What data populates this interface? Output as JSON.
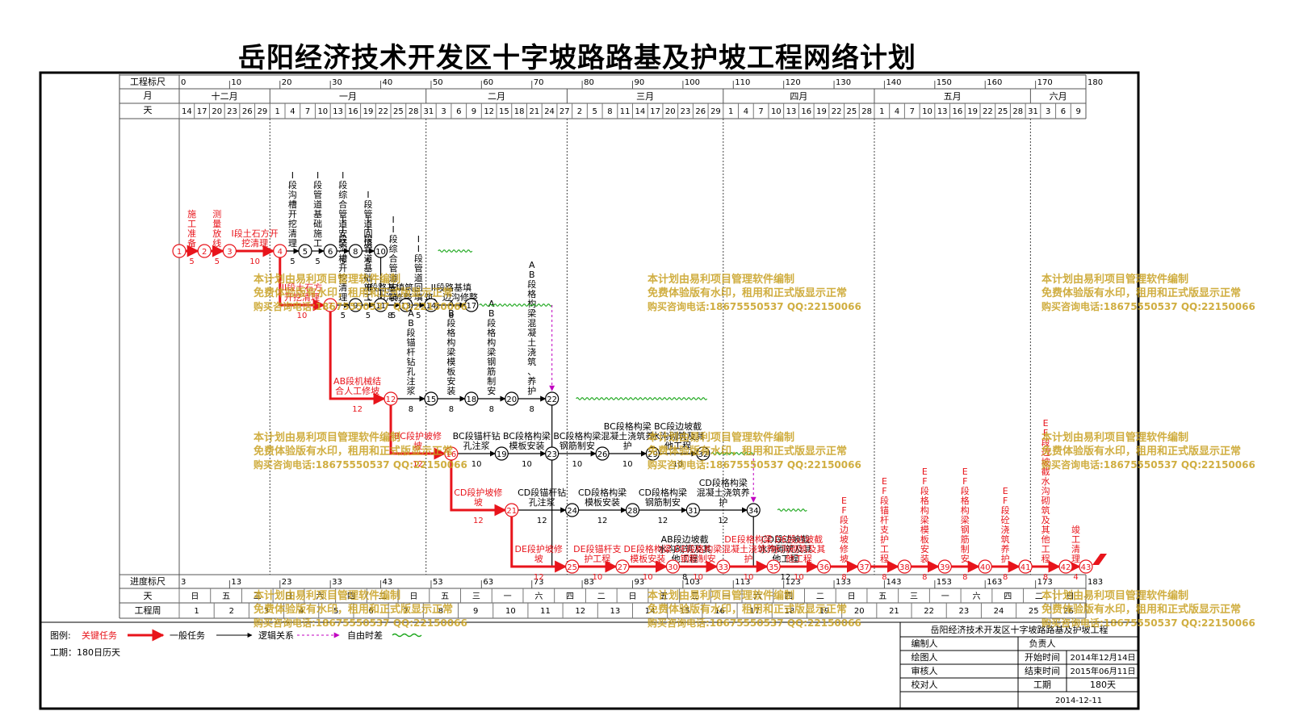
{
  "title": "岳阳经济技术开发区十字坡路路基及护坡工程网络计划",
  "colors": {
    "critical": "#e8141b",
    "normal": "#000000",
    "float": "#1fa81f",
    "logic": "#c000c0",
    "watermark": "#c8a020",
    "grid": "#555555"
  },
  "header": {
    "row_labels": {
      "scale": "工程标尺",
      "month": "月",
      "day": "天"
    },
    "scale_ticks": [
      "0",
      "10",
      "20",
      "30",
      "40",
      "50",
      "60",
      "70",
      "80",
      "90",
      "100",
      "110",
      "120",
      "130",
      "140",
      "150",
      "160",
      "170",
      "180"
    ],
    "months": [
      {
        "label": "十二月",
        "start": 0,
        "end": 18
      },
      {
        "label": "一月",
        "start": 18,
        "end": 49
      },
      {
        "label": "二月",
        "start": 49,
        "end": 77
      },
      {
        "label": "三月",
        "start": 77,
        "end": 108
      },
      {
        "label": "四月",
        "start": 108,
        "end": 138
      },
      {
        "label": "五月",
        "start": 138,
        "end": 169
      },
      {
        "label": "六月",
        "start": 169,
        "end": 180
      }
    ],
    "days": [
      [
        "14",
        0
      ],
      [
        "17",
        3
      ],
      [
        "20",
        6
      ],
      [
        "23",
        9
      ],
      [
        "26",
        12
      ],
      [
        "29",
        15
      ],
      [
        "1",
        18
      ],
      [
        "4",
        21
      ],
      [
        "7",
        24
      ],
      [
        "10",
        27
      ],
      [
        "13",
        30
      ],
      [
        "16",
        33
      ],
      [
        "19",
        36
      ],
      [
        "22",
        39
      ],
      [
        "25",
        42
      ],
      [
        "28",
        45
      ],
      [
        "31",
        48
      ],
      [
        "3",
        51
      ],
      [
        "6",
        54
      ],
      [
        "9",
        57
      ],
      [
        "12",
        60
      ],
      [
        "15",
        63
      ],
      [
        "18",
        66
      ],
      [
        "21",
        69
      ],
      [
        "24",
        72
      ],
      [
        "27",
        75
      ],
      [
        "2",
        78
      ],
      [
        "5",
        81
      ],
      [
        "8",
        84
      ],
      [
        "11",
        87
      ],
      [
        "14",
        90
      ],
      [
        "17",
        93
      ],
      [
        "20",
        96
      ],
      [
        "23",
        99
      ],
      [
        "26",
        102
      ],
      [
        "29",
        105
      ],
      [
        "1",
        108
      ],
      [
        "4",
        111
      ],
      [
        "7",
        114
      ],
      [
        "10",
        117
      ],
      [
        "13",
        120
      ],
      [
        "16",
        123
      ],
      [
        "19",
        126
      ],
      [
        "22",
        129
      ],
      [
        "25",
        132
      ],
      [
        "28",
        135
      ],
      [
        "1",
        138
      ],
      [
        "4",
        141
      ],
      [
        "7",
        144
      ],
      [
        "10",
        147
      ],
      [
        "13",
        150
      ],
      [
        "16",
        153
      ],
      [
        "19",
        156
      ],
      [
        "22",
        159
      ],
      [
        "25",
        162
      ],
      [
        "28",
        165
      ],
      [
        "31",
        168
      ],
      [
        "3",
        171
      ],
      [
        "6",
        174
      ],
      [
        "9",
        177
      ]
    ]
  },
  "footer": {
    "row_labels": {
      "progress": "进度标尺",
      "weekday": "天",
      "week": "工程周"
    },
    "progress_ticks": [
      "3",
      "13",
      "23",
      "33",
      "43",
      "53",
      "63",
      "73",
      "83",
      "93",
      "103",
      "113",
      "123",
      "133",
      "143",
      "153",
      "163",
      "173",
      "183"
    ],
    "weekdays": [
      "日",
      "五",
      "三",
      "日",
      "六",
      "四",
      "二",
      "日",
      "五",
      "三",
      "一",
      "六",
      "四",
      "二",
      "日",
      "五",
      "三",
      "一",
      "六",
      "四",
      "二",
      "日",
      "五",
      "三",
      "一",
      "六",
      "四",
      "二",
      "日"
    ],
    "weeks": [
      "1",
      "2",
      "3",
      "4",
      "5",
      "6",
      "7",
      "8",
      "9",
      "10",
      "11",
      "12",
      "13",
      "14",
      "15",
      "16",
      "17",
      "18",
      "19",
      "20",
      "21",
      "22",
      "23",
      "24",
      "25",
      "26"
    ]
  },
  "legend": {
    "label": "图例:",
    "critical": "关键任务",
    "normal": "一般任务",
    "logic": "逻辑关系",
    "float": "自由时差",
    "duration": "工期：180日历天"
  },
  "title_block": {
    "project": "岳阳经济技术开发区十字坡路路基及护坡工程",
    "compiler": "编制人",
    "owner": "负责人",
    "drawer": "绘图人",
    "start_label": "开始时间",
    "start_value": "2014年12月14日",
    "reviewer": "审核人",
    "end_label": "结束时间",
    "end_value": "2015年06月11日",
    "checker": "校对人",
    "duration_label": "工期",
    "duration_value": "180天",
    "date": "2014-12-11"
  },
  "watermark": {
    "line1": "本计划由易利项目管理软件编制",
    "line2": "免费体验版有水印，租用和正式版显示正常",
    "line3": "购买咨询电话:18675550537 QQ:22150066"
  },
  "nodes": [
    {
      "id": "1",
      "t": 0,
      "row": "r1"
    },
    {
      "id": "2",
      "t": 5,
      "row": "r1"
    },
    {
      "id": "3",
      "t": 10,
      "row": "r1"
    },
    {
      "id": "4",
      "t": 20,
      "row": "r1"
    },
    {
      "id": "5",
      "t": 25,
      "row": "r1"
    },
    {
      "id": "6",
      "t": 30,
      "row": "r1"
    },
    {
      "id": "8",
      "t": 35,
      "row": "r1"
    },
    {
      "id": "10",
      "t": 40,
      "row": "r1"
    },
    {
      "id": "7",
      "t": 30,
      "row": "r2"
    },
    {
      "id": "9",
      "t": 35,
      "row": "r2"
    },
    {
      "id": "11",
      "t": 40,
      "row": "r2"
    },
    {
      "id": "13",
      "t": 45,
      "row": "r2"
    },
    {
      "id": "14",
      "t": 50,
      "row": "r2"
    },
    {
      "id": "17",
      "t": 58,
      "row": "r2"
    },
    {
      "id": "12",
      "t": 42,
      "row": "r3"
    },
    {
      "id": "15",
      "t": 50,
      "row": "r3"
    },
    {
      "id": "18",
      "t": 58,
      "row": "r3"
    },
    {
      "id": "20",
      "t": 66,
      "row": "r3"
    },
    {
      "id": "22",
      "t": 74,
      "row": "r3"
    },
    {
      "id": "16",
      "t": 54,
      "row": "r4"
    },
    {
      "id": "19",
      "t": 64,
      "row": "r4"
    },
    {
      "id": "23",
      "t": 74,
      "row": "r4"
    },
    {
      "id": "26",
      "t": 84,
      "row": "r4"
    },
    {
      "id": "29",
      "t": 94,
      "row": "r4"
    },
    {
      "id": "32",
      "t": 104,
      "row": "r4"
    },
    {
      "id": "21",
      "t": 66,
      "row": "r5"
    },
    {
      "id": "24",
      "t": 78,
      "row": "r5"
    },
    {
      "id": "28",
      "t": 90,
      "row": "r5"
    },
    {
      "id": "31",
      "t": 102,
      "row": "r5"
    },
    {
      "id": "34",
      "t": 114,
      "row": "r5"
    },
    {
      "id": "25",
      "t": 78,
      "row": "r6"
    },
    {
      "id": "27",
      "t": 88,
      "row": "r6"
    },
    {
      "id": "30",
      "t": 98,
      "row": "r6"
    },
    {
      "id": "33",
      "t": 108,
      "row": "r6"
    },
    {
      "id": "35",
      "t": 118,
      "row": "r6"
    },
    {
      "id": "36",
      "t": 128,
      "row": "r6"
    },
    {
      "id": "37",
      "t": 136,
      "row": "r6"
    },
    {
      "id": "38",
      "t": 144,
      "row": "r6"
    },
    {
      "id": "39",
      "t": 152,
      "row": "r6"
    },
    {
      "id": "40",
      "t": 160,
      "row": "r6"
    },
    {
      "id": "41",
      "t": 168,
      "row": "r6"
    },
    {
      "id": "42",
      "t": 176,
      "row": "r6"
    },
    {
      "id": "43",
      "t": 180,
      "row": "r6"
    }
  ],
  "tasks": [
    {
      "from": "1",
      "to": "2",
      "kind": "critical",
      "name": "施工准备",
      "dur": "5",
      "v": true
    },
    {
      "from": "2",
      "to": "3",
      "kind": "critical",
      "name": "测量放线",
      "dur": "5",
      "v": true
    },
    {
      "from": "3",
      "to": "4",
      "kind": "critical",
      "name": "I段土石方开挖清理",
      "dur": "10",
      "v": false
    },
    {
      "from": "4",
      "to": "5",
      "kind": "normal",
      "name": "I段沟槽开挖清理",
      "dur": "5",
      "v": true
    },
    {
      "from": "5",
      "to": "6",
      "kind": "normal",
      "name": "I段管道基础施工",
      "dur": "5",
      "v": true
    },
    {
      "from": "6",
      "to": "8",
      "kind": "normal",
      "name": "I段综合管道安装",
      "dur": "5",
      "v": true
    },
    {
      "from": "8",
      "to": "10",
      "kind": "normal",
      "name": "I段管道回填",
      "dur": "5",
      "v": true
    },
    {
      "from": "10",
      "to": "13",
      "kind": "normal",
      "name": "I段路基填筑、边沟修整",
      "dur": "8",
      "v": false
    },
    {
      "from": "4",
      "to": "7",
      "kind": "critical",
      "name": "II段土石方开挖清理",
      "dur": "10",
      "v": false
    },
    {
      "from": "7",
      "to": "9",
      "kind": "normal",
      "name": "II段沟槽开挖清理",
      "dur": "5",
      "v": true
    },
    {
      "from": "9",
      "to": "11",
      "kind": "normal",
      "name": "II段管道基础施工",
      "dur": "5",
      "v": true
    },
    {
      "from": "11",
      "to": "13",
      "kind": "normal",
      "name": "II段综合管道安装",
      "dur": "5",
      "v": true
    },
    {
      "from": "13",
      "to": "14",
      "kind": "normal",
      "name": "II段管道回填",
      "dur": "5",
      "v": true
    },
    {
      "from": "14",
      "to": "17",
      "kind": "normal",
      "name": "II段路基填筑、边沟修整",
      "dur": "8",
      "v": false
    },
    {
      "from": "7",
      "to": "12",
      "kind": "critical",
      "name": "AB段机械结合人工修坡",
      "dur": "12",
      "v": false
    },
    {
      "from": "12",
      "to": "15",
      "kind": "normal",
      "name": "AB段锚杆钻孔注浆",
      "dur": "8",
      "v": true
    },
    {
      "from": "15",
      "to": "18",
      "kind": "normal",
      "name": "AB段格构梁模板安装",
      "dur": "8",
      "v": true
    },
    {
      "from": "18",
      "to": "20",
      "kind": "normal",
      "name": "AB段格构梁钢筋制安",
      "dur": "8",
      "v": true
    },
    {
      "from": "20",
      "to": "22",
      "kind": "normal",
      "name": "AB段格构梁混凝土浇筑、养护",
      "dur": "8",
      "v": true
    },
    {
      "from": "22",
      "to": "36",
      "kind": "normal",
      "name": "AB段边坡截水沟砌筑及其他工程",
      "dur": "8",
      "v": false
    },
    {
      "from": "12",
      "to": "16",
      "kind": "critical",
      "name": "BC段护坡修坡",
      "dur": "12",
      "v": false
    },
    {
      "from": "16",
      "to": "19",
      "kind": "normal",
      "name": "BC段锚杆钻孔注浆",
      "dur": "10",
      "v": false
    },
    {
      "from": "19",
      "to": "23",
      "kind": "normal",
      "name": "BC段格构梁模板安装",
      "dur": "10",
      "v": false
    },
    {
      "from": "23",
      "to": "26",
      "kind": "normal",
      "name": "BC段格构梁钢筋制安",
      "dur": "10",
      "v": false
    },
    {
      "from": "26",
      "to": "29",
      "kind": "normal",
      "name": "BC段格构梁混凝土浇筑养护",
      "dur": "10",
      "v": false
    },
    {
      "from": "29",
      "to": "32",
      "kind": "normal",
      "name": "BC段边坡截水沟砌筑及其他工程",
      "dur": "10",
      "v": false
    },
    {
      "from": "16",
      "to": "21",
      "kind": "critical",
      "name": "CD段护坡修坡",
      "dur": "12",
      "v": false
    },
    {
      "from": "21",
      "to": "24",
      "kind": "normal",
      "name": "CD段锚杆钻孔注浆",
      "dur": "12",
      "v": false
    },
    {
      "from": "24",
      "to": "28",
      "kind": "normal",
      "name": "CD段格构梁模板安装",
      "dur": "12",
      "v": false
    },
    {
      "from": "28",
      "to": "31",
      "kind": "normal",
      "name": "CD段格构梁钢筋制安",
      "dur": "12",
      "v": false
    },
    {
      "from": "31",
      "to": "34",
      "kind": "normal",
      "name": "CD段格构梁混凝土浇筑养护",
      "dur": "12",
      "v": false
    },
    {
      "from": "34",
      "to": "36",
      "kind": "normal",
      "name": "CD段边坡截水沟砌筑及其他工程",
      "dur": "12",
      "v": false
    },
    {
      "from": "21",
      "to": "25",
      "kind": "critical",
      "name": "DE段护坡修坡",
      "dur": "12",
      "v": false
    },
    {
      "from": "25",
      "to": "27",
      "kind": "critical",
      "name": "DE段锚杆支护工程",
      "dur": "10",
      "v": false
    },
    {
      "from": "27",
      "to": "30",
      "kind": "critical",
      "name": "DE段格构梁模板安装",
      "dur": "10",
      "v": false
    },
    {
      "from": "30",
      "to": "33",
      "kind": "critical",
      "name": "DE段格构梁钢筋制安",
      "dur": "10",
      "v": false
    },
    {
      "from": "33",
      "to": "35",
      "kind": "critical",
      "name": "DE段格构梁混凝土浇筑养护",
      "dur": "10",
      "v": false
    },
    {
      "from": "35",
      "to": "36",
      "kind": "critical",
      "name": "DE段边坡截水沟砌筑及其他工程",
      "dur": "10",
      "v": false
    },
    {
      "from": "36",
      "to": "37",
      "kind": "critical",
      "name": "EF段边坡修坡",
      "dur": "8",
      "v": true
    },
    {
      "from": "37",
      "to": "38",
      "kind": "critical",
      "name": "EF段锚杆支护工程",
      "dur": "8",
      "v": true
    },
    {
      "from": "38",
      "to": "39",
      "kind": "critical",
      "name": "EF段格构梁模板安装",
      "dur": "8",
      "v": true
    },
    {
      "from": "39",
      "to": "40",
      "kind": "critical",
      "name": "EF段格构梁钢筋制安",
      "dur": "8",
      "v": true
    },
    {
      "from": "40",
      "to": "41",
      "kind": "critical",
      "name": "EF段砼浇筑养护",
      "dur": "8",
      "v": true
    },
    {
      "from": "41",
      "to": "42",
      "kind": "critical",
      "name": "EF段边坡截水沟砌筑及其他工程",
      "dur": "8",
      "v": true
    },
    {
      "from": "42",
      "to": "43",
      "kind": "critical",
      "name": "竣工清理",
      "dur": "4",
      "v": true
    }
  ]
}
